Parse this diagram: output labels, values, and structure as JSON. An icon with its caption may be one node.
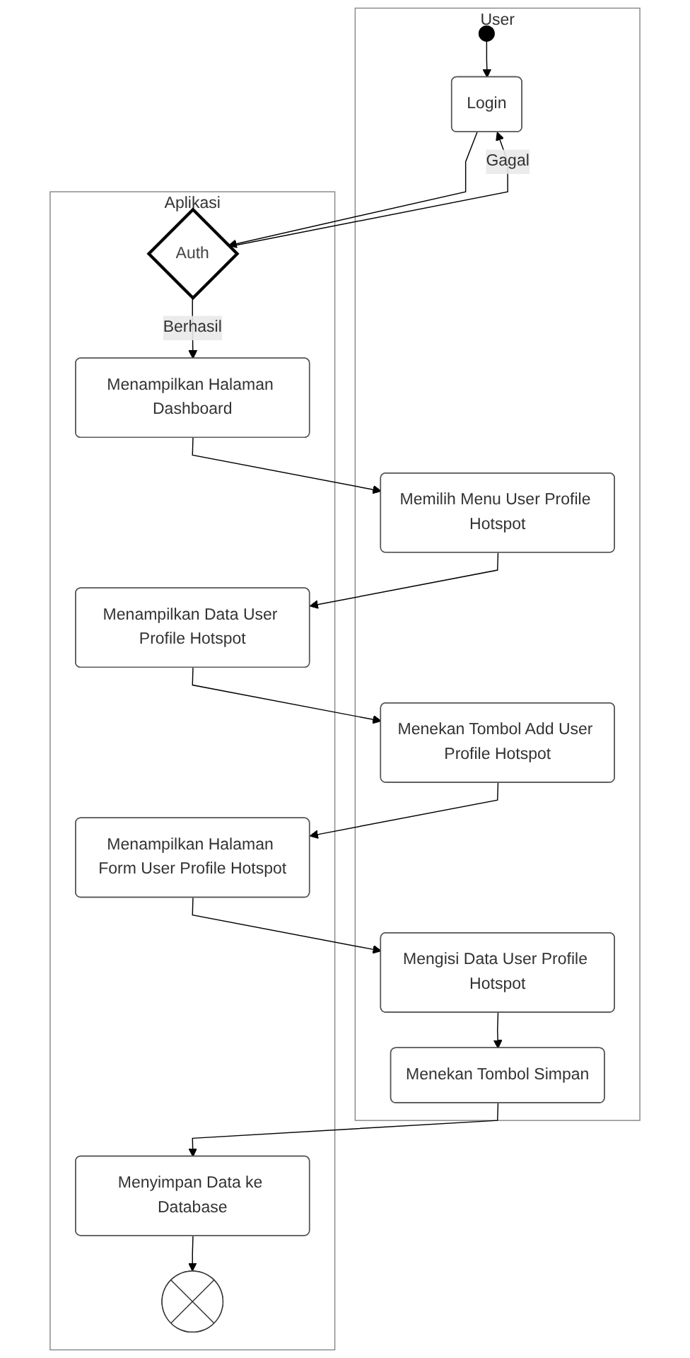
{
  "diagram": {
    "nodes": [
      {
        "text": [
          "User"
        ]
      },
      {
        "text": [
          "Aplikasi"
        ]
      },
      {
        "text": [],
        "shape": "circle",
        "in": 0
      },
      {
        "text": [
          "Login"
        ],
        "in": 0
      },
      {
        "text": [
          "Auth"
        ],
        "in": 1
      },
      {
        "text": [
          "Menampilkan Halaman Dashboard"
        ],
        "in": 1
      },
      {
        "text": [
          "Memilih Menu User Profile Hotspot"
        ],
        "in": 0
      },
      {
        "text": [
          "Menampilkan Data User Profile Hotspot"
        ],
        "in": 1
      },
      {
        "text": [
          "Menekan Tombol Add User Profile Hotspot"
        ],
        "in": 0
      },
      {
        "text": [
          "Menampilkan Halaman Form User Profile Hotspot"
        ],
        "in": 1
      },
      {
        "text": [
          "Mengisi Data User Profile Hotspot"
        ],
        "in": 0
      },
      {
        "text": [
          "Menekan Tombol Simpan"
        ],
        "in": 0
      },
      {
        "text": [
          "Menyimpan Data ke Database"
        ],
        "in": 1
      },
      {
        "text": [],
        "shape": "circle",
        "in": 1
      }
    ],
    "edges": [
      {
        "from": 2,
        "to": 3,
        "arrow": "to"
      },
      {
        "from": 3,
        "to": 4,
        "arrow": "to"
      },
      {
        "from": 4,
        "to": 3,
        "label": "Gagal",
        "arrow": "to"
      },
      {
        "from": 4,
        "to": 5,
        "label": "Berhasil",
        "arrow": "to"
      },
      {
        "from": 5,
        "to": 6,
        "arrow": "to"
      },
      {
        "from": 6,
        "to": 7,
        "arrow": "to"
      },
      {
        "from": 7,
        "to": 8,
        "arrow": "to"
      },
      {
        "from": 8,
        "to": 9,
        "arrow": "to"
      },
      {
        "from": 9,
        "to": 10,
        "arrow": "to"
      },
      {
        "from": 10,
        "to": 11,
        "arrow": "to"
      },
      {
        "from": 11,
        "to": 12,
        "arrow": "to"
      },
      {
        "from": 12,
        "to": 13,
        "arrow": "to"
      }
    ]
  }
}
